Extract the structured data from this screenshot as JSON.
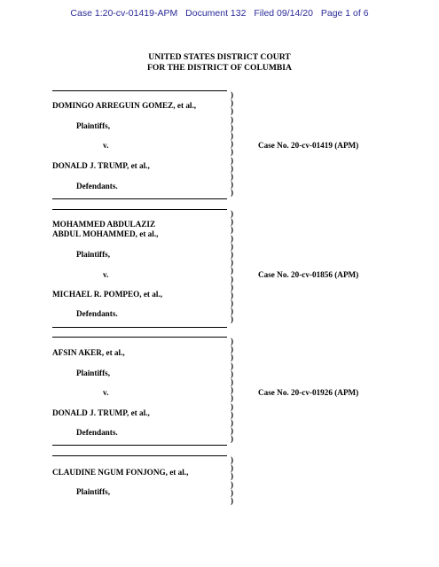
{
  "ecf_header": {
    "case": "Case 1:20-cv-01419-APM",
    "document": "Document 132",
    "filed": "Filed 09/14/20",
    "page": "Page 1 of 6"
  },
  "court": {
    "line1": "UNITED STATES DISTRICT COURT",
    "line2": "FOR THE DISTRICT OF COLUMBIA"
  },
  "paren_char": ")",
  "blocks": [
    {
      "plaintiff_lines": [
        "DOMINGO ARREGUIN GOMEZ, et al.,"
      ],
      "plaintiffs_label": "Plaintiffs,",
      "versus": "v.",
      "defendant": "DONALD J. TRUMP, et al.,",
      "defendants_label": "Defendants.",
      "case_no": "Case No. 20-cv-01419 (APM)"
    },
    {
      "plaintiff_lines": [
        "MOHAMMED ABDULAZIZ",
        "ABDUL MOHAMMED, et al.,"
      ],
      "plaintiffs_label": "Plaintiffs,",
      "versus": "v.",
      "defendant": "MICHAEL R. POMPEO, et al.,",
      "defendants_label": "Defendants.",
      "case_no": "Case No. 20-cv-01856 (APM)"
    },
    {
      "plaintiff_lines": [
        "AFSIN AKER, et al.,"
      ],
      "plaintiffs_label": "Plaintiffs,",
      "versus": "v.",
      "defendant": "DONALD J. TRUMP, et al.,",
      "defendants_label": "Defendants.",
      "case_no": "Case No. 20-cv-01926 (APM)"
    },
    {
      "plaintiff_lines": [
        "CLAUDINE NGUM FONJONG, et al.,"
      ],
      "plaintiffs_label": "Plaintiffs,"
    }
  ]
}
